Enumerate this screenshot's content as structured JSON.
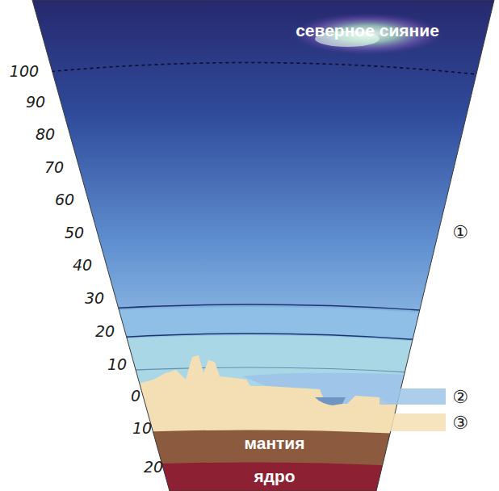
{
  "diagram": {
    "labels": [
      "северное сияние",
      "100",
      "90",
      "80",
      "70",
      "60",
      "50",
      "40",
      "30",
      "20",
      "10",
      "0",
      "10",
      "20",
      "①",
      "②",
      "③",
      "мантия",
      "ядро"
    ]
  }
}
